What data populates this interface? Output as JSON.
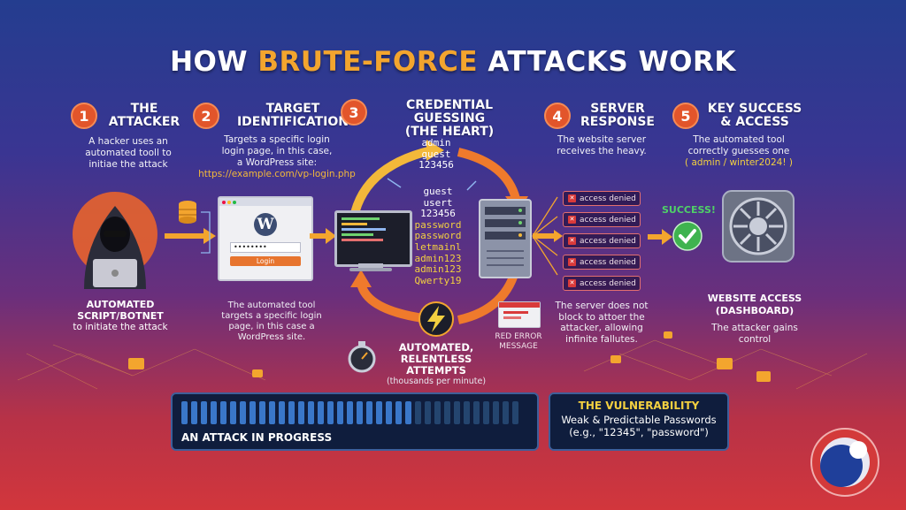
{
  "title": {
    "prefix": "HOW",
    "highlight": "BRUTE-FORCE",
    "suffix": "ATTACKS WORK"
  },
  "steps": [
    {
      "num": "1",
      "title_line1": "THE",
      "title_line2": "ATTACKER",
      "desc": [
        "A hacker uses an",
        "automated tooll to",
        "initiae the attack"
      ]
    },
    {
      "num": "2",
      "title_line1": "TARGET",
      "title_line2": "IDENTIFICATION",
      "desc": [
        "Targets a specific login",
        "login page, in this case,",
        "a WordPress site:"
      ],
      "url": "https://example.com/vp-login.php"
    },
    {
      "num": "3",
      "title_line1": "CREDENTIAL GUESSING",
      "title_line2": "(THE HEART)"
    },
    {
      "num": "4",
      "title_line1": "SERVER",
      "title_line2": "RESPONSE",
      "desc": [
        "The website server",
        "receives the heavy."
      ]
    },
    {
      "num": "5",
      "title_line1": "KEY SUCCESS",
      "title_line2": "& ACCESS",
      "desc": [
        "The automated tool",
        "correctly guesses one"
      ],
      "creds": "( admin / winter2024! )"
    }
  ],
  "credentials_top": [
    "admin",
    "guest",
    "123456"
  ],
  "credentials_mid": [
    "guest",
    "usert",
    "123456",
    "password",
    "password",
    "letmainl",
    "admin123",
    "admin123",
    "Qwerty19"
  ],
  "responses": [
    "access denied",
    "access denied",
    "access denied",
    "access denied",
    "access denied"
  ],
  "success_label": "SUCCESS!",
  "login_button": "Login",
  "login_password_mask": "••••••••",
  "attacker_bottom": {
    "line1": "AUTOMATED",
    "line2": "SCRIPT/BOTNET",
    "line3": "to initiate the attack"
  },
  "target_bottom": [
    "The automated tool",
    "targets a specific login",
    "page, in this case a",
    "WordPress site."
  ],
  "automated": {
    "line1": "AUTOMATED,",
    "line2": "RELENTLESS ATTEMPTS",
    "line3": "(thousands per minute)"
  },
  "red_error": {
    "line1": "RED ERROR",
    "line2": "MESSAGE"
  },
  "server_bottom": [
    "The server does not",
    "block to attoer the",
    "attacker, allowing",
    "infinite fallutes."
  ],
  "website_access": {
    "line1": "WEBSITE ACCESS",
    "line2": "(DASHBOARD)",
    "desc1": "The attacker gains",
    "desc2": "control"
  },
  "progress": {
    "label": "AN ATTACK IN PROGRESS"
  },
  "vulnerability": {
    "title": "THE VULNERABILITY",
    "line1": "Weak & Predictable Passwords",
    "line2": "(e.g., \"12345\", \"password\")"
  },
  "colors": {
    "accent": "#f3a52e",
    "badge": "#e2552b",
    "success": "#3fb34f",
    "danger": "#d93a3a"
  }
}
